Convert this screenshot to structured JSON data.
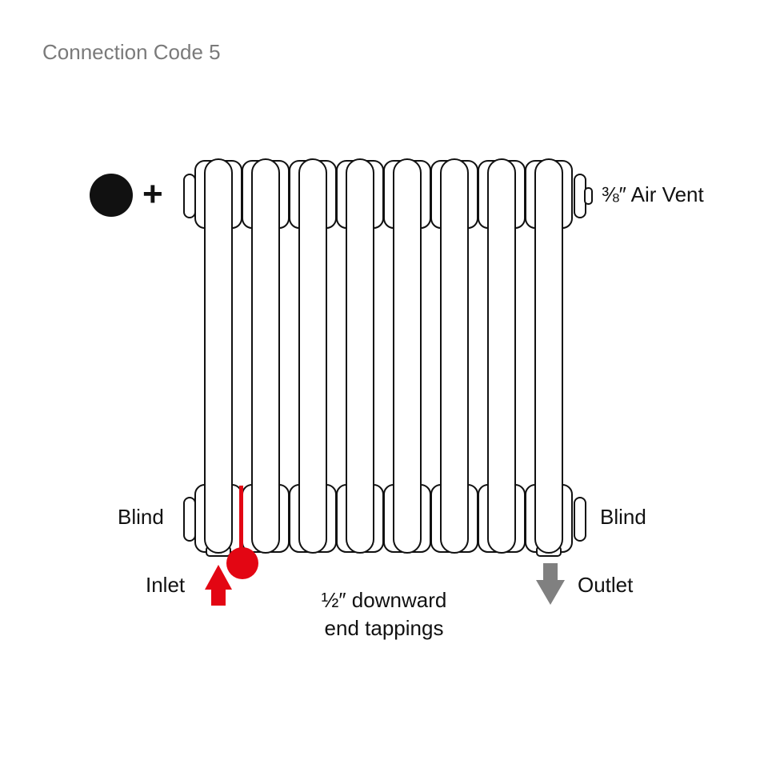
{
  "title": "Connection Code 5",
  "labels": {
    "air_vent": "⅜″ Air Vent",
    "blind_left": "Blind",
    "blind_right": "Blind",
    "inlet": "Inlet",
    "outlet": "Outlet",
    "tapping_line1": "½″ downward",
    "tapping_line2": "end tappings",
    "plus": "+"
  },
  "colors": {
    "stroke": "#111111",
    "inlet": "#e30613",
    "outlet": "#808080",
    "title": "#7a7a7a"
  },
  "radiator": {
    "columns": 8
  }
}
